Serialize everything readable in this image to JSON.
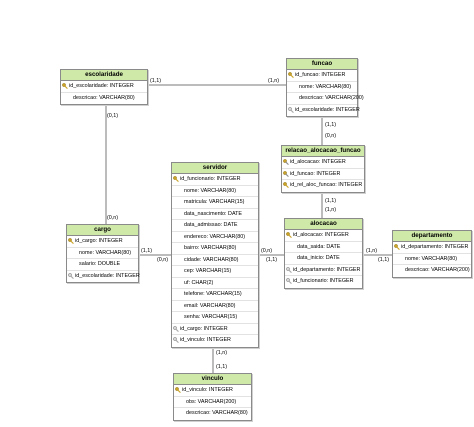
{
  "entities": {
    "escolaridade": {
      "title": "escolaridade",
      "attributes": [
        {
          "text": "id_escolaridade: INTEGER",
          "key": "pk"
        },
        {
          "text": "descricao: VARCHAR(80)",
          "key": "none"
        }
      ]
    },
    "funcao": {
      "title": "funcao",
      "attributes": [
        {
          "text": "id_funcao: INTEGER",
          "key": "pk"
        },
        {
          "text": "nome: VARCHAR(80)",
          "key": "none"
        },
        {
          "text": "descricao: VARCHAR(200)",
          "key": "none"
        },
        {
          "text": "id_escolaridade: INTEGER",
          "key": "fk"
        }
      ]
    },
    "relacao": {
      "title": "relacao_alocacao_funcao",
      "attributes": [
        {
          "text": "id_alocacao: INTEGER",
          "key": "pkfk"
        },
        {
          "text": "id_funcao: INTEGER",
          "key": "pkfk"
        },
        {
          "text": "id_rel_aloc_funcao: INTEGER",
          "key": "pk"
        }
      ]
    },
    "servidor": {
      "title": "servidor",
      "attributes": [
        {
          "text": "id_funcionario: INTEGER",
          "key": "pk"
        },
        {
          "text": "nome: VARCHAR(80)",
          "key": "none"
        },
        {
          "text": "matricula: VARCHAR(15)",
          "key": "none"
        },
        {
          "text": "data_nascimento: DATE",
          "key": "none"
        },
        {
          "text": "data_admissao: DATE",
          "key": "none"
        },
        {
          "text": "endereco: VARCHAR(80)",
          "key": "none"
        },
        {
          "text": "bairro: VARCHAR(80)",
          "key": "none"
        },
        {
          "text": "cidade: VARCHAR(80)",
          "key": "none"
        },
        {
          "text": "cep: VARCHAR(15)",
          "key": "none"
        },
        {
          "text": "uf: CHAR(2)",
          "key": "none"
        },
        {
          "text": "telefone: VARCHAR(15)",
          "key": "none"
        },
        {
          "text": "email: VARCHAR(80)",
          "key": "none"
        },
        {
          "text": "senha: VARCHAR(15)",
          "key": "none"
        },
        {
          "text": "id_cargo: INTEGER",
          "key": "fk"
        },
        {
          "text": "id_vinculo: INTEGER",
          "key": "fk"
        }
      ]
    },
    "cargo": {
      "title": "cargo",
      "attributes": [
        {
          "text": "id_cargo: INTEGER",
          "key": "pk"
        },
        {
          "text": "nome: VARCHAR(80)",
          "key": "none"
        },
        {
          "text": "salario: DOUBLE",
          "key": "none"
        },
        {
          "text": "id_escolaridade: INTEGER",
          "key": "fk"
        }
      ]
    },
    "alocacao": {
      "title": "alocacao",
      "attributes": [
        {
          "text": "id_alocacao: INTEGER",
          "key": "pk"
        },
        {
          "text": "data_saida: DATE",
          "key": "none"
        },
        {
          "text": "data_inicio: DATE",
          "key": "none"
        },
        {
          "text": "id_departamento: INTEGER",
          "key": "fk"
        },
        {
          "text": "id_funcionario: INTEGER",
          "key": "fk"
        }
      ]
    },
    "departamento": {
      "title": "departamento",
      "attributes": [
        {
          "text": "id_departamento: INTEGER",
          "key": "pk"
        },
        {
          "text": "nome: VARCHAR(80)",
          "key": "none"
        },
        {
          "text": "descricao: VARCHAR(200)",
          "key": "none"
        }
      ]
    },
    "vinculo": {
      "title": "vinculo",
      "attributes": [
        {
          "text": "id_vinculo: INTEGER",
          "key": "pk"
        },
        {
          "text": "obs: VARCHAR(200)",
          "key": "none"
        },
        {
          "text": "descricao: VARCHAR(80)",
          "key": "none"
        }
      ]
    }
  },
  "cardinalities": {
    "escolaridade_side_funcao": "(1,1)",
    "funcao_side_escolaridade": "(1,n)",
    "escolaridade_side_cargo": "(0,1)",
    "cargo_side_escolaridade": "(0,n)",
    "funcao_side_relacao": "(1,1)",
    "relacao_side_funcao": "(0,n)",
    "relacao_side_alocacao": "(1,1)",
    "alocacao_side_relacao": "(1,n)",
    "cargo_side_servidor": "(1,1)",
    "servidor_side_cargo": "(0,n)",
    "servidor_side_alocacao": "(0,n)",
    "alocacao_side_servidor": "(1,1)",
    "alocacao_side_departamento": "(1,n)",
    "departamento_side_alocacao": "(1,1)",
    "servidor_side_vinculo": "(1,n)",
    "vinculo_side_servidor": "(1,1)"
  },
  "colors": {
    "header_fill": "#cfe9a8",
    "border": "#8a8a8a",
    "line": "#7a7a7a",
    "key_gold": "#c9a227"
  }
}
